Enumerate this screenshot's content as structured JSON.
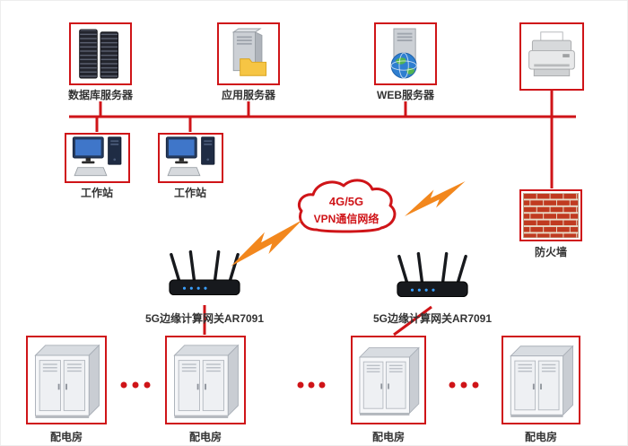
{
  "diagram": {
    "colors": {
      "line_red": "#cf1418",
      "bolt_orange": "#f2871d"
    },
    "top_row": [
      {
        "label": "数据库服务器"
      },
      {
        "label": "应用服务器"
      },
      {
        "label": "WEB服务器"
      }
    ],
    "workstations": [
      {
        "label": "工作站"
      },
      {
        "label": "工作站"
      }
    ],
    "firewall": {
      "label": "防火墙"
    },
    "cloud": {
      "line1": "4G/5G",
      "line2": "VPN通信网络"
    },
    "gateways": [
      {
        "label": "5G边缘计算网关AR7091"
      },
      {
        "label": "5G边缘计算网关AR7091"
      }
    ],
    "rooms": [
      {
        "label": "配电房"
      },
      {
        "label": "配电房"
      },
      {
        "label": "配电房"
      },
      {
        "label": "配电房"
      }
    ]
  }
}
